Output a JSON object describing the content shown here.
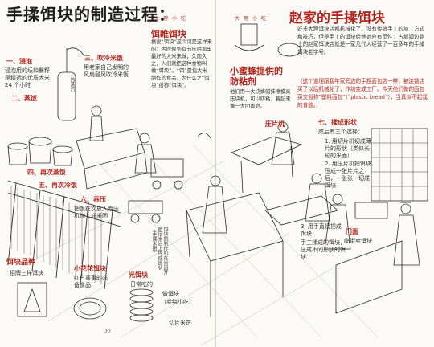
{
  "left_page": {
    "title": "手揉饵块的制造过程：",
    "steps": {
      "soak": "一、浸泡",
      "soak_desc": "浸泡用的坛和餐籽是精选的优质大米 24 个小时",
      "steam": "二、蒸饭",
      "blow": "三、吹冷米饭",
      "blow_desc": "用老家自己发明的风扇鼓风吹冷米饭",
      "rub1": "四、再次蒸饭",
      "rub2": "五、再次冷饭",
      "six": "六、吞压",
      "six_desc": "把饭在次放入春压机加工成米团"
    },
    "boiler_label": "热蒸汽",
    "press_cap": "饵块的制作机在米团开始压米后上捏成团状（手揉米团）",
    "products_title": "饵块品种",
    "products_sub": "招牌三样饵块",
    "flower_title": "小花花饵块",
    "flower_desc": "红白喜事的必备食品",
    "round_title": "光饵块",
    "round_desc": "日常吃的",
    "ribbon_label": "做饵块",
    "ribbon_sub": "（卷绕小吃）",
    "slice_label": "切片米饼",
    "page_num": "30",
    "series_text": "大理小吃"
  },
  "right_page": {
    "series_text": "大理小吃",
    "side_title": "饵睢饵块",
    "side_body": "据说“饵块”这个词是这样来的：古时候到有节庆用那年最好的大米来做，久而久之，人们就把这种食物叫做“饵块”。“饵”是指大米制作的食品，为什么之“饵块”俗称“饵块”。",
    "pill_title": "小蜜蜂提供的防粘剂",
    "pill_body": "他们用一大块蜂蜡抹擦模具压块机，可以防粘，着起来像一大团香皂。",
    "heading": "赵家的手揉饵块",
    "intro": "好多大理饵块店都机械化了，没有传统手工的加工方式和技巧，但是手工的饵块给他对应有灵性：古城镇边路上的赵家饵块店就是一家几代人经营了一百多年的手揉饵块老字号。",
    "para2": "（这个道理跟我年家旁边的手捏面包店一样，被连锁店买了以后机械化了，作坊变成工厂。今天他们做的面包英文俗称“塑料面包”（“plastic bread”），当真似不起我的食欲。）",
    "press_machine": "压片机",
    "seven_title": "七、揉成形状",
    "seven_desc": "然后有三个选择：",
    "choice1": "1. 用切片机切成薄片的形状（类似长形的米面）",
    "choice2": "2. 用压片机把饵块压成一张片片之后，一张张一切成饵块",
    "choice3": "3. 用手直接捏成饵块",
    "choice3_desc": "手工揉成的饵块，压成不同形状的饵块",
    "counter_label": "门面",
    "counter_desc": "临街卖饵块"
  },
  "colors": {
    "accent": "#b3261e",
    "ink": "#1d1d1d",
    "paper": "#fbfaf6"
  }
}
